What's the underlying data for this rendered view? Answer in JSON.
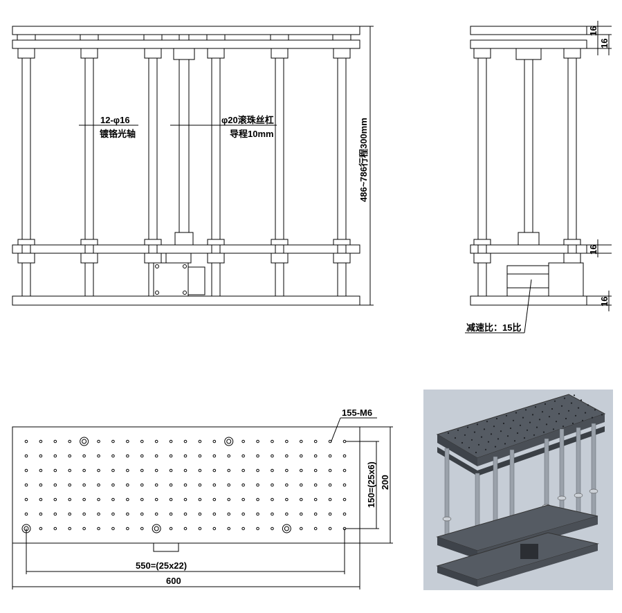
{
  "front_view": {
    "rod_label_line1": "12-φ16",
    "rod_label_line2": "镀铬光轴",
    "screw_label_line1": "φ20滚珠丝杠",
    "screw_label_line2": "导程10mm",
    "height_dim": "486~786行程300mm"
  },
  "side_view": {
    "plate_dims": [
      "16",
      "16",
      "16",
      "16"
    ],
    "gear_ratio_label": "减速比：15比"
  },
  "top_view": {
    "hole_spec": "155-M6",
    "pitch_y_dim": "150=(25x6)",
    "height_dim": "200",
    "pitch_x_dim": "550=(25x22)",
    "width_dim": "600"
  },
  "render_view": {
    "caption": ""
  }
}
